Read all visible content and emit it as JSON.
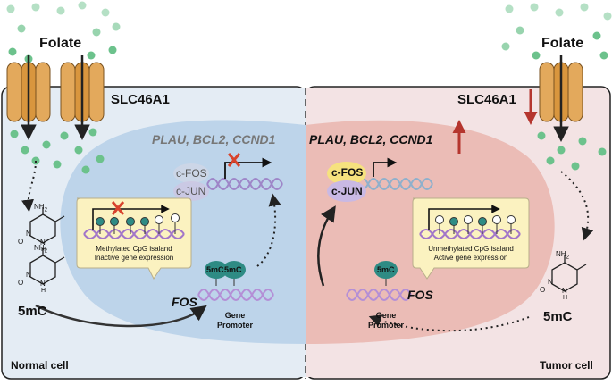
{
  "normal_side": {
    "folate": "Folate",
    "transporter": "SLC46A1",
    "genes": "PLAU, BCL2, CCND1",
    "tf_fos": "c-FOS",
    "tf_jun": "c-JUN",
    "callout_line1": "Methylated CpG isaland",
    "callout_line2": "Inactive gene expression",
    "mark_5mc_a": "5mC",
    "mark_5mc_b": "5mC",
    "fos": "FOS",
    "promoter_line1": "Gene",
    "promoter_line2": "Promoter",
    "nh2_a": "NH",
    "nh2_b": "NH",
    "sub2": "2",
    "n_a": "N",
    "n_b": "N",
    "n_c": "N",
    "n_d": "N",
    "h_a": "H",
    "h_b": "H",
    "o_a": "O",
    "o_b": "O",
    "metabolite": "5mC",
    "cell_label": "Normal cell"
  },
  "tumor_side": {
    "folate": "Folate",
    "transporter": "SLC46A1",
    "genes": "PLAU, BCL2, CCND1",
    "tf_fos": "c-FOS",
    "tf_jun": "c-JUN",
    "callout_line1": "Unmethylated CpG isaland",
    "callout_line2": "Active gene expression",
    "mark_5mc": "5mC",
    "fos": "FOS",
    "promoter_line1": "Gene",
    "promoter_line2": "Promoter",
    "nh2": "NH",
    "sub2": "2",
    "n_a": "N",
    "n_b": "N",
    "h": "H",
    "o": "O",
    "metabolite": "5mC",
    "cell_label": "Tumor cell"
  },
  "colors": {
    "normal_bg": "#e4ecf4",
    "normal_nucleus": "#bdd4ea",
    "tumor_bg": "#f3e3e4",
    "tumor_nucleus": "#ebbcb6",
    "folate_dot": "#6cc28c",
    "transporter": "#d9963e",
    "callout": "#fbf2c0",
    "dna": "#a68ccf",
    "methyl": "#2e8b84",
    "up_arrow": "#b5352e",
    "inhibit": "#d8432c",
    "tf_fos": "#f6e27e",
    "tf_jun": "#c9b9e4"
  }
}
